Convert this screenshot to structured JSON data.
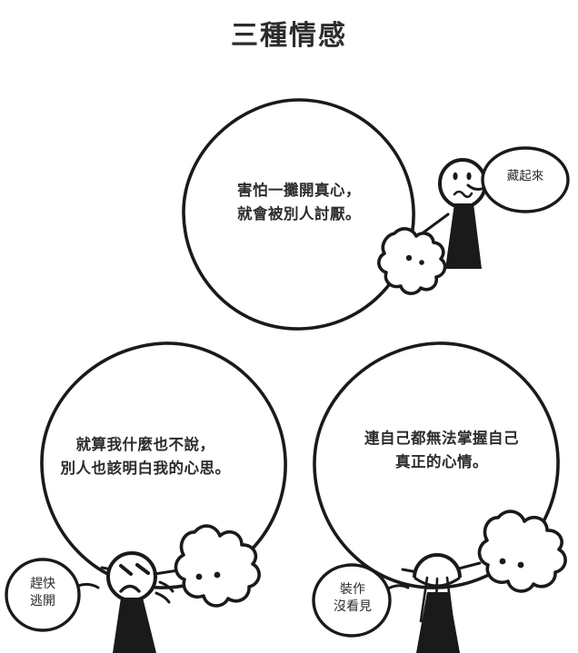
{
  "title": "三種情感",
  "diagram": {
    "type": "venn-three-circle",
    "ink_color": "#1a1a1a",
    "text_color": "#2c2c2c",
    "background": "#ffffff",
    "circles": [
      {
        "id": "fear",
        "position": "top",
        "text": "害怕一攤開真心，\n就會被別人討厭。"
      },
      {
        "id": "expectation",
        "position": "bottom-left",
        "text": "就算我什麼也不說，\n別人也該明白我的心思。"
      },
      {
        "id": "unaware",
        "position": "bottom-right",
        "text": "連自己都無法掌握自己\n真正的心情。"
      }
    ],
    "speech_bubbles": [
      {
        "id": "hide",
        "text": "藏起來",
        "position": "top-right"
      },
      {
        "id": "run-away",
        "text": "趕快\n逃開",
        "position": "bottom-left"
      },
      {
        "id": "ignore",
        "text": "裝作\n沒看見",
        "position": "bottom-right"
      }
    ],
    "figures": [
      {
        "id": "figure-top-right",
        "expression": "worried",
        "icon": "stick-figure-icon"
      },
      {
        "id": "figure-bottom-left",
        "expression": "angry",
        "icon": "stick-figure-icon"
      },
      {
        "id": "figure-bottom-right",
        "expression": "head-down",
        "icon": "stick-figure-icon"
      }
    ],
    "blobs": [
      {
        "id": "blob-top-right",
        "icon": "blob-face-icon"
      },
      {
        "id": "blob-bottom-left",
        "icon": "blob-face-icon"
      },
      {
        "id": "blob-bottom-right",
        "icon": "blob-face-icon"
      }
    ]
  }
}
